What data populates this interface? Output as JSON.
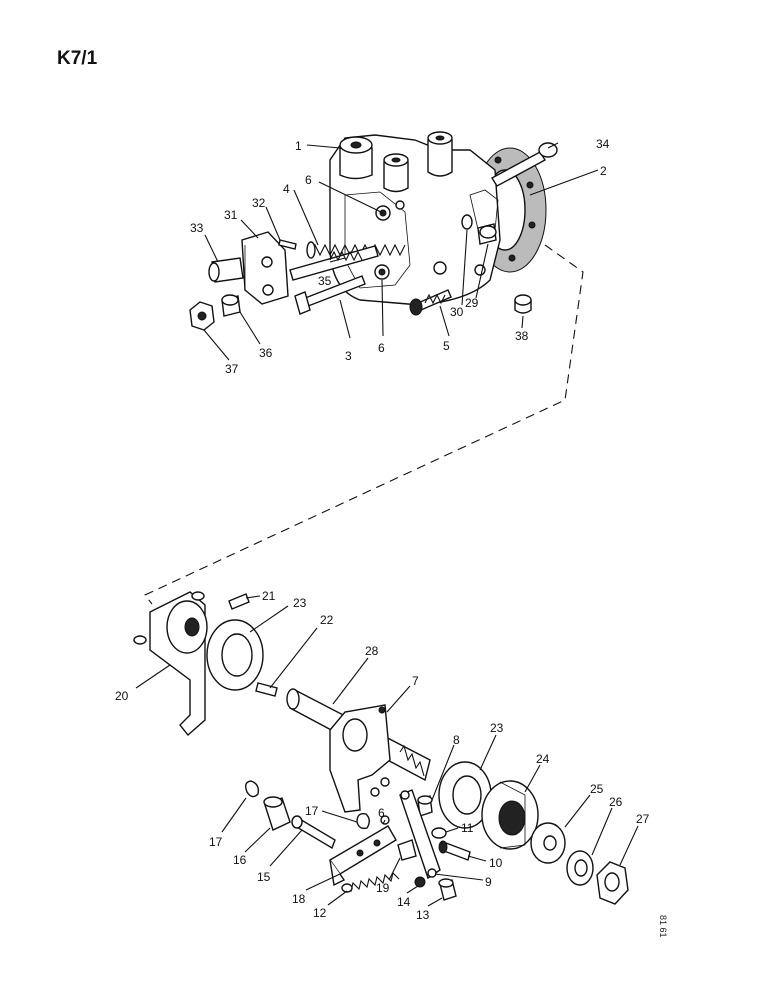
{
  "sheet": {
    "page_id": "K7/1",
    "drawing_no": "81 61"
  },
  "callouts": [
    "1",
    "2",
    "3",
    "4",
    "5",
    "6",
    "29",
    "30",
    "31",
    "32",
    "33",
    "34",
    "35",
    "36",
    "37",
    "38",
    "20",
    "21",
    "22",
    "23",
    "28",
    "7",
    "8",
    "24",
    "25",
    "26",
    "27",
    "17",
    "16",
    "15",
    "18",
    "12",
    "19",
    "14",
    "13",
    "9",
    "10",
    "11"
  ]
}
